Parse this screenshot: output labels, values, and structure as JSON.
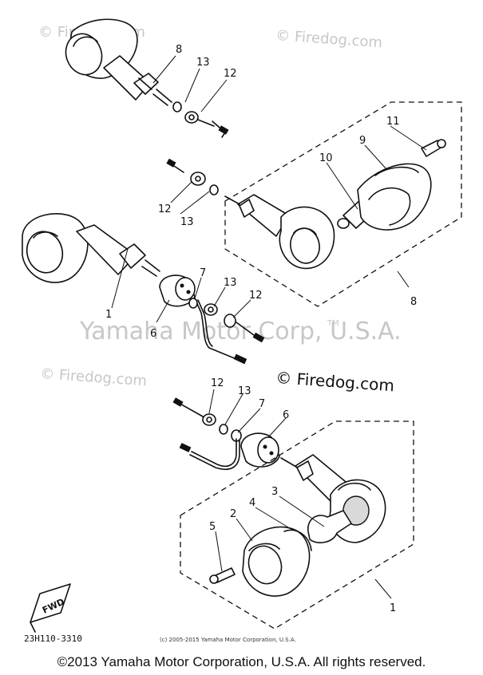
{
  "watermarks": {
    "firedog_top_left": "© Firedog.com",
    "firedog_top_right": "© Firedog.com",
    "firedog_mid_left": "© Firedog.com",
    "yamaha": "Yamaha Motor Corp, U.S.A.",
    "tm": "TM"
  },
  "logo_text": "© Firedog.com",
  "part_labels": {
    "p1": "1",
    "p2": "2",
    "p3": "3",
    "p4": "4",
    "p5": "5",
    "p6a": "6",
    "p6b": "6",
    "p7a": "7",
    "p7b": "7",
    "p8a": "8",
    "p8b": "8",
    "p9": "9",
    "p10": "10",
    "p11": "11",
    "p12a": "12",
    "p12b": "12",
    "p12c": "12",
    "p12d": "12",
    "p13a": "13",
    "p13b": "13",
    "p13c": "13",
    "p13d": "13"
  },
  "fwd_label": "FWD",
  "diagram_code": "23H110-3310",
  "small_copyright": "(c) 2005-2015 Yamaha Motor Corporation, U.S.A.",
  "copyright": "©2013 Yamaha Motor Corporation, U.S.A. All rights reserved."
}
